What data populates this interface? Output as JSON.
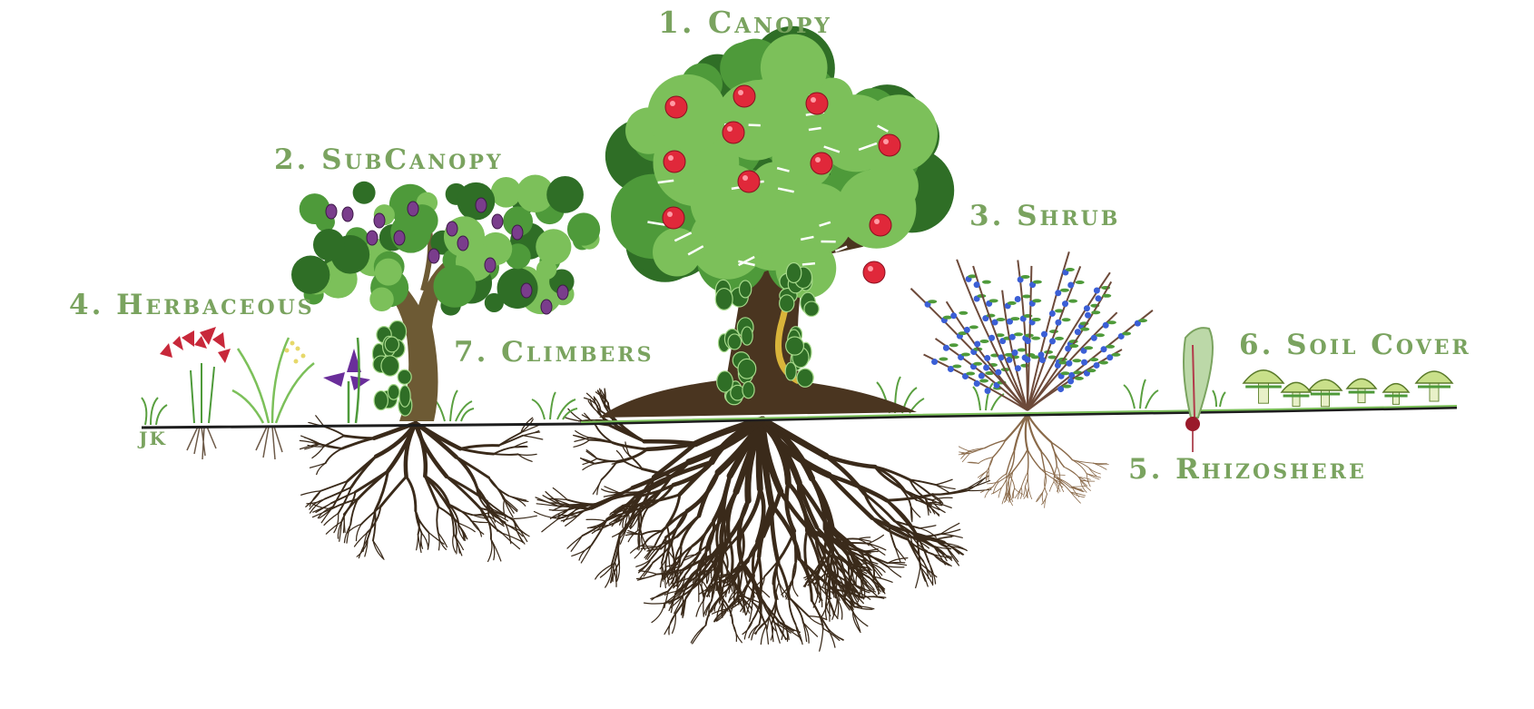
{
  "colors": {
    "label_green": "#7aa35f",
    "leaf_light": "#7cc05a",
    "leaf_mid": "#4e9a3a",
    "leaf_dark": "#2f6e26",
    "trunk": "#4a3520",
    "root": "#3a2a1a",
    "apple": "#e0283a",
    "plum": "#7a3d8c",
    "ground": "#1d1d1d",
    "berry": "#3b5fd6",
    "mushroom": "#c9e08a"
  },
  "labels": {
    "canopy": "1. Canopy",
    "subcanopy": "2. SubCanopy",
    "shrub": "3. Shrub",
    "herbaceous": "4. Herbaceous",
    "rhizosphere": "5. Rhizoshere",
    "soil_cover": "6. Soil Cover",
    "climbers": "7. Climbers"
  },
  "signature": "JK",
  "icons": {
    "canopy": "apple-tree-icon",
    "subcanopy": "plum-tree-icon",
    "shrub": "berry-shrub-icon",
    "herbaceous": "flowering-herb-icon",
    "rhizosphere": "root-vegetable-icon",
    "soil_cover": "mushroom-icon",
    "climbers": "vine-icon"
  }
}
